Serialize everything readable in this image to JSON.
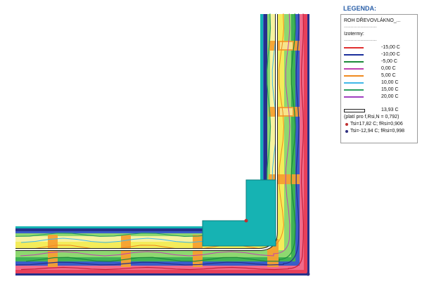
{
  "legend": {
    "title": "LEGENDA:",
    "project": "ROH DŘEVOVLÁKNO_...",
    "separator1": "........................",
    "isotherms_label": "Izotermy:",
    "separator2": "........................",
    "items": [
      {
        "label": "-15,00 C",
        "color": "#e03030"
      },
      {
        "label": "-10,00 C",
        "color": "#1a2f9c"
      },
      {
        "label": "-5,00 C",
        "color": "#1c8a3a"
      },
      {
        "label": "0,00 C",
        "color": "#c040b0"
      },
      {
        "label": "5,00 C",
        "color": "#f08a20"
      },
      {
        "label": "10,00 C",
        "color": "#40b8e8"
      },
      {
        "label": "15,00 C",
        "color": "#2ca060"
      },
      {
        "label": "20,00 C",
        "color": "#a040c0"
      }
    ],
    "critical": {
      "label": "13,93 C",
      "note": "(platí pro f,Rsi,N = 0,792)"
    },
    "points": [
      {
        "label": "Tsi=17,82 C; fRsi=0,906",
        "color": "#c03030"
      },
      {
        "label": "Tsi=-12,94 C; fRsi=0,998",
        "color": "#303080"
      }
    ]
  },
  "diagram": {
    "colors": {
      "red": "#e8405a",
      "pink": "#f06a8a",
      "navy": "#26308c",
      "blue": "#3a5cc8",
      "green": "#3fb255",
      "lightgreen": "#8ed870",
      "yellow": "#f4ec5a",
      "paleyellow": "#f7f3a0",
      "orange": "#f5a030",
      "teal": "#16b3b3"
    }
  }
}
